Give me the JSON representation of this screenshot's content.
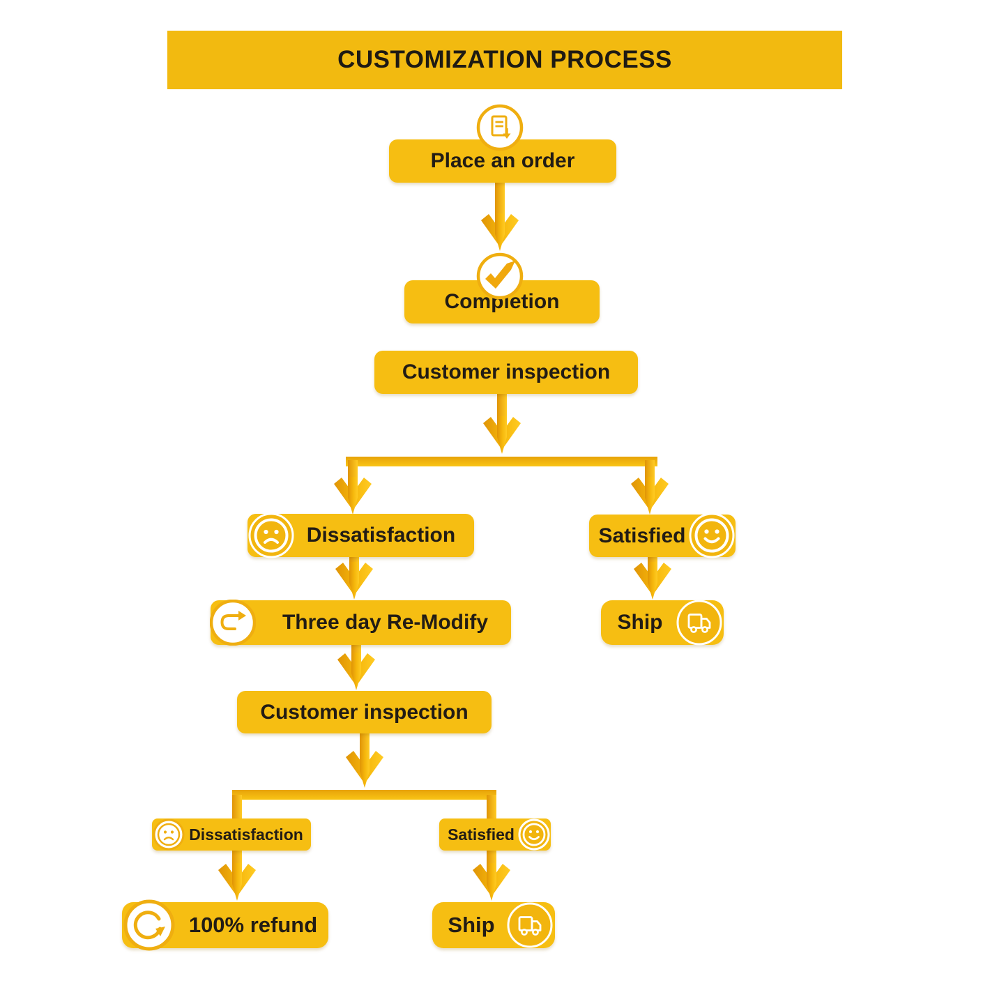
{
  "title": "CUSTOMIZATION PROCESS",
  "nodes": {
    "place_order": "Place an order",
    "completion": "Completion",
    "inspection_1": "Customer inspection",
    "dissatisfaction_1": "Dissatisfaction",
    "satisfied_1": "Satisfied",
    "remodify": "Three day Re-Modify",
    "ship_1": "Ship",
    "inspection_2": "Customer inspection",
    "dissatisfaction_2": "Dissatisfaction",
    "satisfied_2": "Satisfied",
    "refund": "100% refund",
    "ship_2": "Ship"
  },
  "icons": {
    "place_order": "order-document-icon",
    "completion": "checkmark-icon",
    "dissatisfaction": "sad-face-icon",
    "satisfied": "smiley-face-icon",
    "remodify": "redo-arrow-icon",
    "ship": "delivery-truck-icon",
    "refund": "circular-refund-arrow-icon"
  },
  "colors": {
    "gold": "#F6BE12",
    "title_bg": "#F2BA10",
    "arrow_dark": "#E09406",
    "arrow_light": "#FFCB24",
    "text": "#221C15",
    "background": "#FFFFFF",
    "icon_white": "#FFFFFF"
  }
}
